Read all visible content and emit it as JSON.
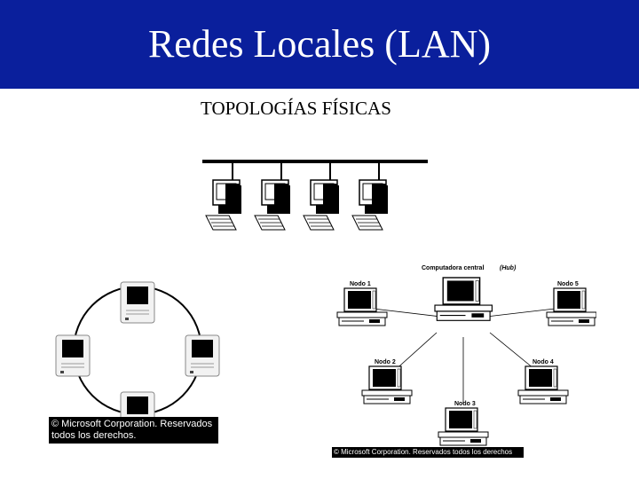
{
  "slide": {
    "title": "Redes Locales (LAN)",
    "subtitle": "TOPOLOGÍAS FÍSICAS"
  },
  "colors": {
    "title_bar": "#0a1f9c",
    "title_text": "#ffffff"
  },
  "ring": {
    "copyright": "© Microsoft Corporation. Reservados todos los derechos."
  },
  "star": {
    "hub_label": "Computadora central",
    "hub_label_italic": "(Hub)",
    "nodes": [
      "Nodo 1",
      "Nodo 2",
      "Nodo 3",
      "Nodo 4",
      "Nodo 5"
    ],
    "copyright": "© Microsoft Corporation. Reservados todos los derechos"
  }
}
